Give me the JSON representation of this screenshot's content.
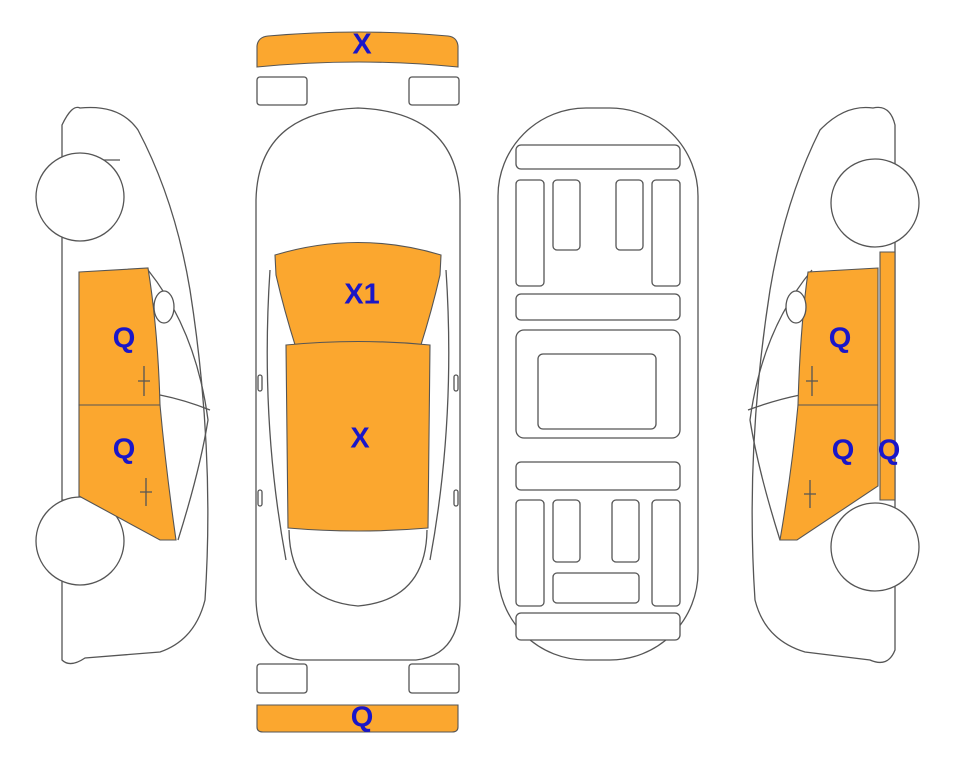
{
  "colors": {
    "damage_fill": "#FBA72F",
    "label_text": "#1A16C8",
    "outline": "#555555",
    "background": "#FFFFFF"
  },
  "views": {
    "front_bumper": {
      "code": "X",
      "damaged": true
    },
    "hood": {
      "code": "X1",
      "damaged": true
    },
    "roof": {
      "code": "X",
      "damaged": true
    },
    "rear_bumper": {
      "code": "Q",
      "damaged": true
    },
    "left_side": {
      "front_door": {
        "code": "Q",
        "damaged": true
      },
      "rear_door": {
        "code": "Q",
        "damaged": true
      }
    },
    "right_side": {
      "front_door": {
        "code": "Q",
        "damaged": true
      },
      "rear_door": {
        "code": "Q",
        "damaged": true
      },
      "rear_quarter": {
        "code": "Q",
        "damaged": true
      }
    },
    "underbody": {
      "damaged": false
    }
  }
}
